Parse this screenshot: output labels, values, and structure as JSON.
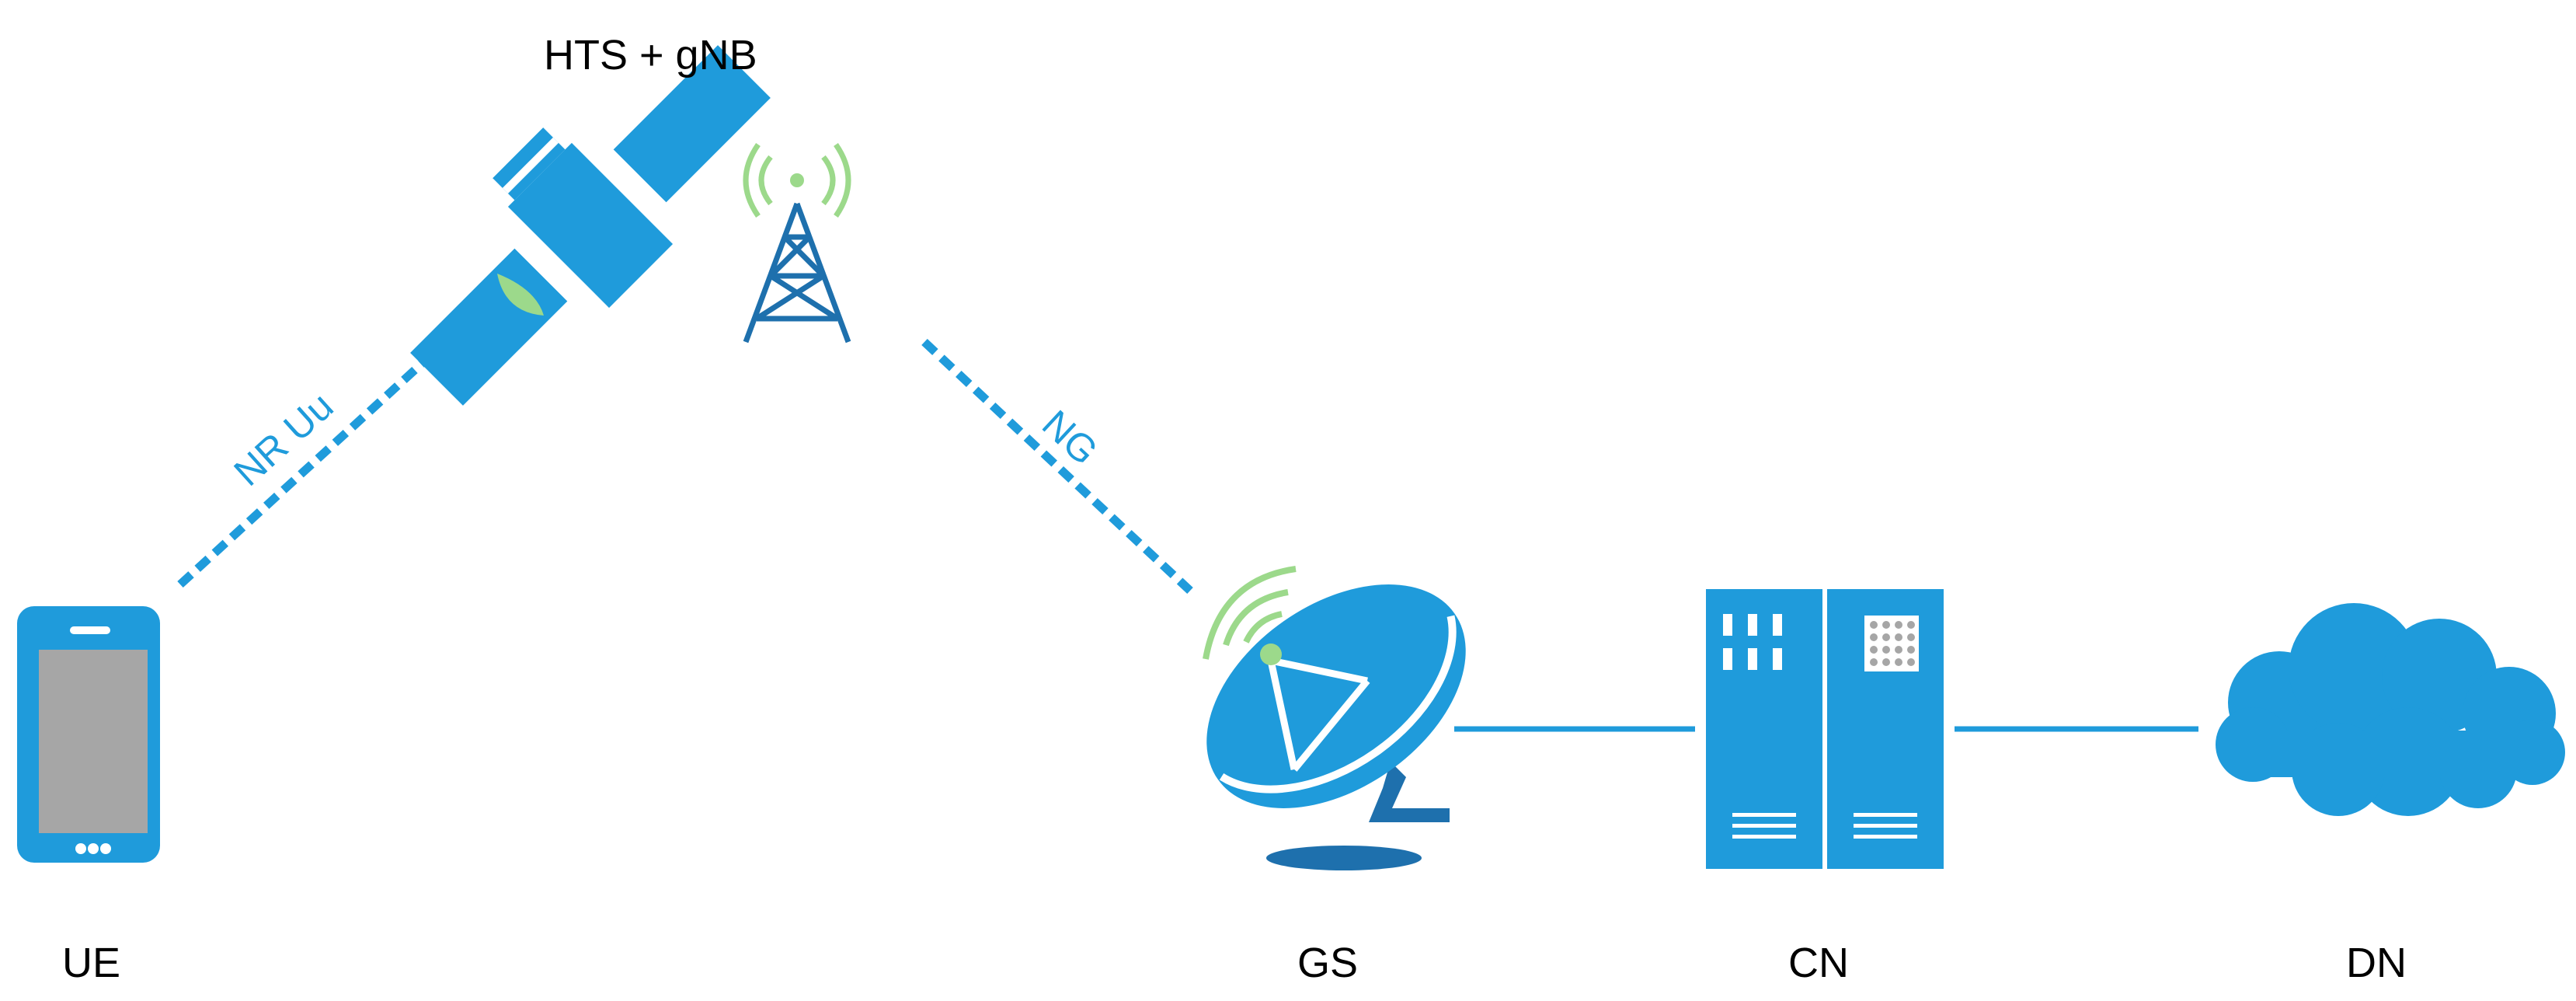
{
  "colors": {
    "primary_blue": "#1f9bdb",
    "dark_blue": "#1e70ad",
    "signal_green": "#9cd98b",
    "screen_gray": "#a6a6a6",
    "label_text": "#000000"
  },
  "nodes": {
    "satellite": {
      "label": "HTS + gNB",
      "icons": [
        "satellite-icon",
        "cell-tower-icon"
      ]
    },
    "ue": {
      "label": "UE",
      "icon": "smartphone-icon"
    },
    "gs": {
      "label": "GS",
      "icon": "satellite-dish-icon"
    },
    "cn": {
      "label": "CN",
      "icon": "server-rack-icon"
    },
    "dn": {
      "label": "DN",
      "icon": "cloud-icon"
    }
  },
  "links": {
    "ue_to_sat": {
      "label": "NR Uu",
      "style": "dashed"
    },
    "sat_to_gs": {
      "label": "NG",
      "style": "dashed"
    },
    "gs_to_cn": {
      "style": "solid"
    },
    "cn_to_dn": {
      "style": "solid"
    }
  }
}
